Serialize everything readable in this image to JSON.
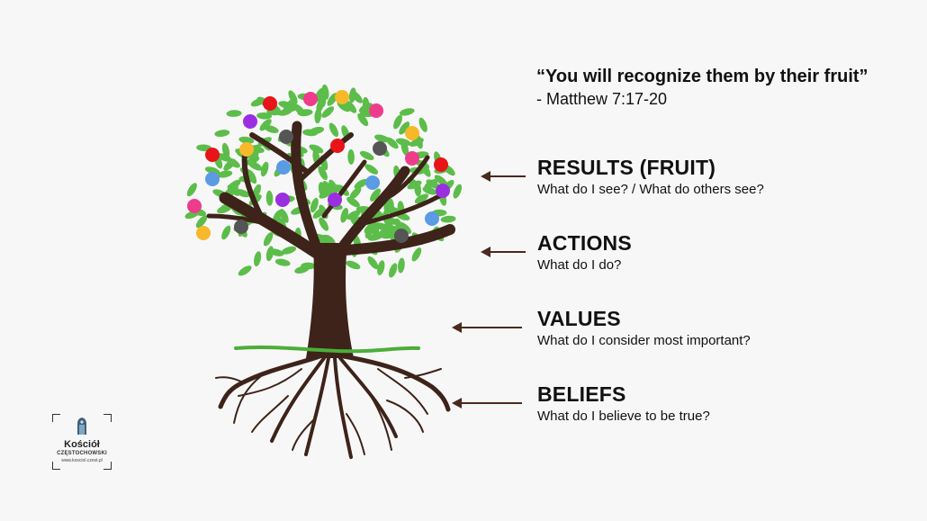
{
  "quote": {
    "text": "“You will recognize them by their fruit”",
    "reference": "- Matthew 7:17-20"
  },
  "levels": [
    {
      "title": "RESULTS (FRUIT)",
      "question": "What do I see? / What do others see?"
    },
    {
      "title": "ACTIONS",
      "question": "What do I do?"
    },
    {
      "title": "VALUES",
      "question": "What do I consider most important?"
    },
    {
      "title": "BELIEFS",
      "question": "What do I believe to be true?"
    }
  ],
  "logo": {
    "name": "Kościół",
    "subtitle": "CZĘSTOCHOWSKI",
    "url": "www.kosciol.czest.pl"
  },
  "colors": {
    "trunk": "#3d2319",
    "leaf": "#5cbd4a",
    "ground": "#4cae3a",
    "arrow": "#4a2a1e",
    "fruit": [
      "#e8141a",
      "#ee3c8c",
      "#f7b82a",
      "#9b2fe0",
      "#5b9be3",
      "#555555"
    ]
  }
}
